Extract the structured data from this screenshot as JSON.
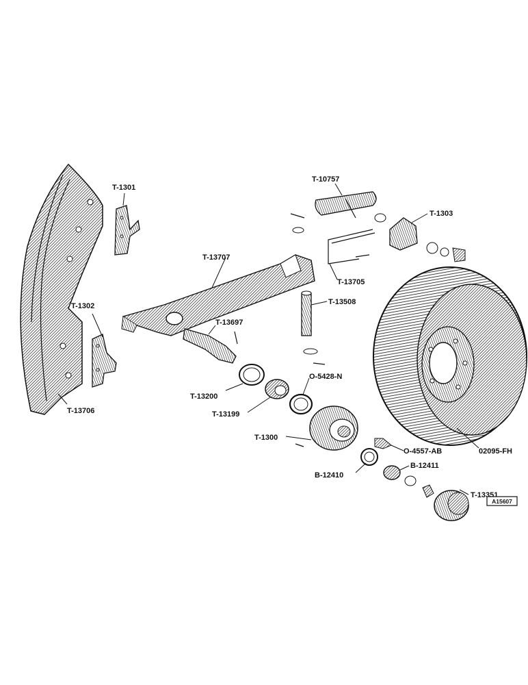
{
  "labels": {
    "t1301": "T-1301",
    "t1302": "T-1302",
    "t13706": "T-13706",
    "t13707": "T-13707",
    "t10757": "T-10757",
    "t1303": "T-1303",
    "t13705": "T-13705",
    "t13508": "T-13508",
    "t13697": "T-13697",
    "t13200": "T-13200",
    "t13199": "T-13199",
    "o5428n": "O-5428-N",
    "t1300": "T-1300",
    "b12410": "B-12410",
    "o4557ab": "O-4557-AB",
    "b12411": "B-12411",
    "t13351": "T-13351",
    "o2095fh": "02095-FH"
  },
  "reference_code": "A15607",
  "colors": {
    "ink": "#111111",
    "paper": "#ffffff",
    "shade": "#8a8a8a"
  }
}
